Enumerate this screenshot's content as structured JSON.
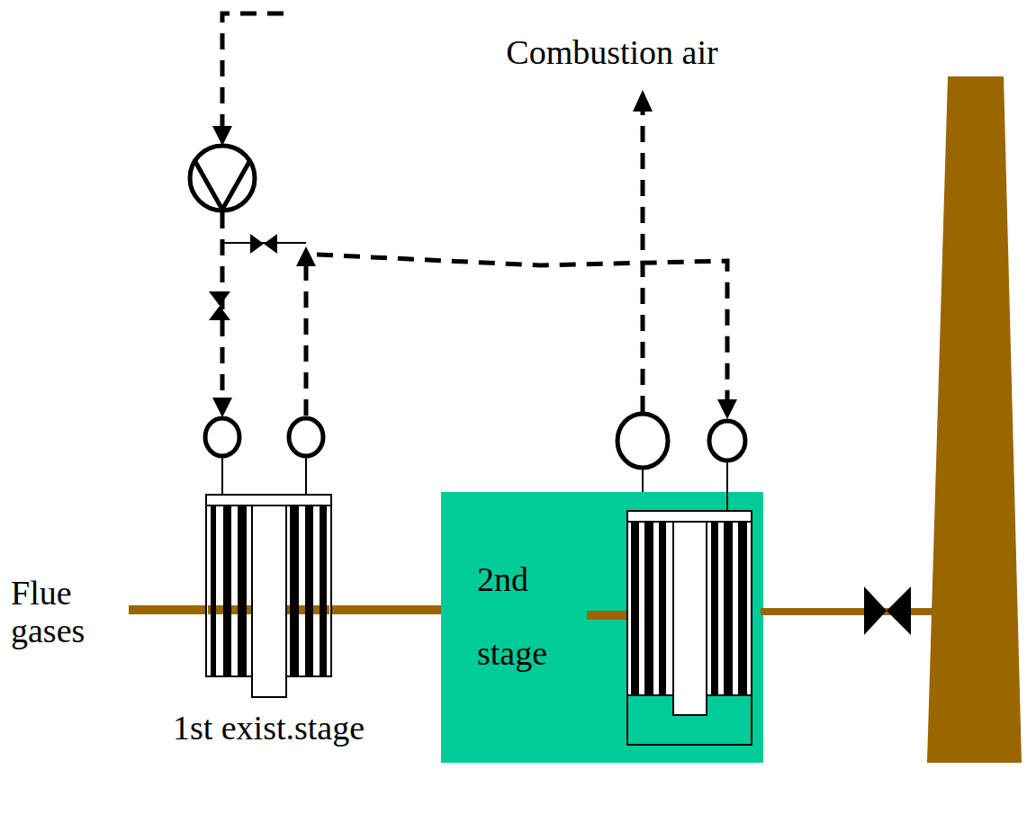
{
  "diagram": {
    "nodes": [
      {
        "text": [
          "1st exist.stage"
        ]
      },
      {
        "text": [
          "2nd stage"
        ]
      }
    ],
    "edges": [
      {
        "from": 0,
        "to": 1,
        "arrow": "none"
      }
    ],
    "labels": [
      "Combustion air",
      "Flue gases"
    ]
  }
}
